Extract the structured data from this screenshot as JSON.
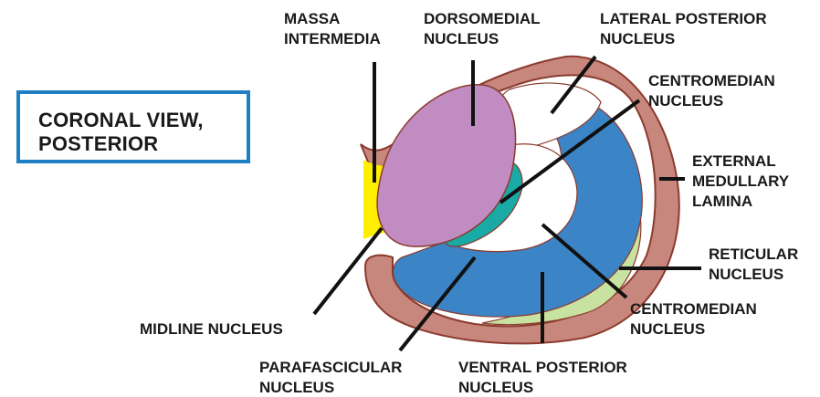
{
  "title": {
    "line1": "CORONAL VIEW,",
    "line2": "POSTERIOR"
  },
  "labels": {
    "massa_intermedia": [
      "MASSA",
      "INTERMEDIA"
    ],
    "dorsomedial_nucleus": [
      "DORSOMEDIAL",
      "NUCLEUS"
    ],
    "lateral_posterior_nucleus": [
      "LATERAL POSTERIOR",
      "NUCLEUS"
    ],
    "centromedian_nucleus_top": [
      "CENTROMEDIAN",
      "NUCLEUS"
    ],
    "external_medullary_lamina": [
      "EXTERNAL",
      "MEDULLARY",
      "LAMINA"
    ],
    "reticular_nucleus": [
      "RETICULAR",
      "NUCLEUS"
    ],
    "centromedian_nucleus_bottom": [
      "CENTROMEDIAN",
      "NUCLEUS"
    ],
    "midline_nucleus": [
      "MIDLINE NUCLEUS"
    ],
    "parafascicular_nucleus": [
      "PARAFASCICULAR",
      "NUCLEUS"
    ],
    "ventral_posterior_nucleus": [
      "VENTRAL POSTERIOR",
      "NUCLEUS"
    ]
  },
  "colors": {
    "title_border": "#1f7fc4",
    "capsule": "#c8877d",
    "capsule_outline": "#8b3a2e",
    "ventral_posterior": "#3b84c6",
    "dorsomedial": "#c08cc2",
    "centromedian": "#19aaa5",
    "massa_intermedia": "#ffee00",
    "reticular": "#c8e2a2",
    "white_region": "#ffffff",
    "leader_line": "#111111"
  }
}
